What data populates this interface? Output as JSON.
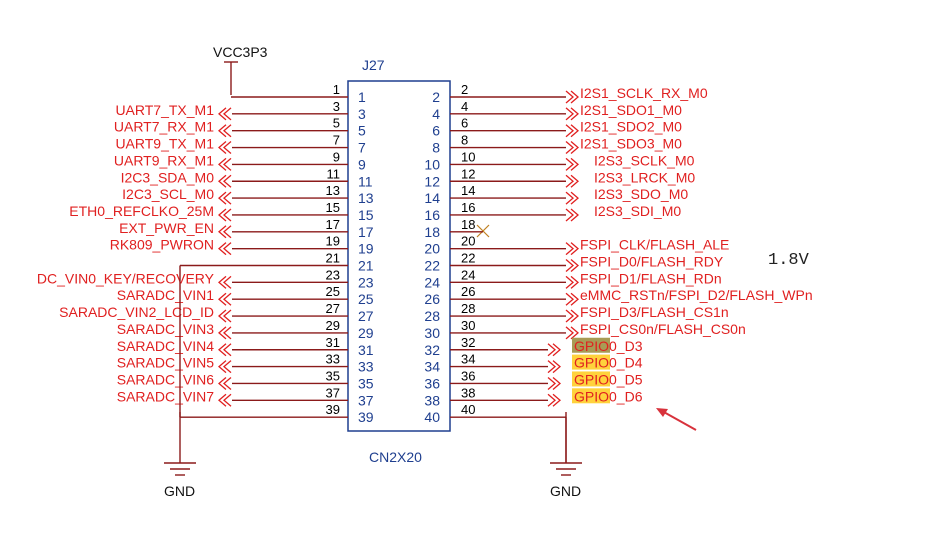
{
  "connector": {
    "ref": "J27",
    "part": "CN2X20"
  },
  "power": {
    "vcc_label": "VCC3P3",
    "gnd_left": "GND",
    "gnd_right": "GND"
  },
  "voltage_note": "1.8V",
  "left_pins": [
    {
      "pin": 1,
      "net": ""
    },
    {
      "pin": 3,
      "net": "UART7_TX_M1"
    },
    {
      "pin": 5,
      "net": "UART7_RX_M1"
    },
    {
      "pin": 7,
      "net": "UART9_TX_M1"
    },
    {
      "pin": 9,
      "net": "UART9_RX_M1"
    },
    {
      "pin": 11,
      "net": "I2C3_SDA_M0"
    },
    {
      "pin": 13,
      "net": "I2C3_SCL_M0"
    },
    {
      "pin": 15,
      "net": "ETH0_REFCLKO_25M"
    },
    {
      "pin": 17,
      "net": "EXT_PWR_EN"
    },
    {
      "pin": 19,
      "net": "RK809_PWRON"
    },
    {
      "pin": 21,
      "net": ""
    },
    {
      "pin": 23,
      "net": "DC_VIN0_KEY/RECOVERY"
    },
    {
      "pin": 25,
      "net": "SARADC_VIN1"
    },
    {
      "pin": 27,
      "net": "SARADC_VIN2_LCD_ID"
    },
    {
      "pin": 29,
      "net": "SARADC_VIN3"
    },
    {
      "pin": 31,
      "net": "SARADC_VIN4"
    },
    {
      "pin": 33,
      "net": "SARADC_VIN5"
    },
    {
      "pin": 35,
      "net": "SARADC_VIN6"
    },
    {
      "pin": 37,
      "net": "SARADC_VIN7"
    },
    {
      "pin": 39,
      "net": ""
    }
  ],
  "right_pins": [
    {
      "pin": 2,
      "net": "I2S1_SCLK_RX_M0"
    },
    {
      "pin": 4,
      "net": "I2S1_SDO1_M0"
    },
    {
      "pin": 6,
      "net": "I2S1_SDO2_M0"
    },
    {
      "pin": 8,
      "net": "I2S1_SDO3_M0"
    },
    {
      "pin": 10,
      "net": "I2S3_SCLK_M0"
    },
    {
      "pin": 12,
      "net": "I2S3_LRCK_M0"
    },
    {
      "pin": 14,
      "net": "I2S3_SDO_M0"
    },
    {
      "pin": 16,
      "net": "I2S3_SDI_M0"
    },
    {
      "pin": 18,
      "net": ""
    },
    {
      "pin": 20,
      "net": "FSPI_CLK/FLASH_ALE"
    },
    {
      "pin": 22,
      "net": "FSPI_D0/FLASH_RDY"
    },
    {
      "pin": 24,
      "net": "FSPI_D1/FLASH_RDn"
    },
    {
      "pin": 26,
      "net": "eMMC_RSTn/FSPI_D2/FLASH_WPn"
    },
    {
      "pin": 28,
      "net": "FSPI_D3/FLASH_CS1n"
    },
    {
      "pin": 30,
      "net": "FSPI_CS0n/FLASH_CS0n"
    },
    {
      "pin": 32,
      "net": "GPIO0_D3"
    },
    {
      "pin": 34,
      "net": "GPIO0_D4"
    },
    {
      "pin": 36,
      "net": "GPIO0_D5"
    },
    {
      "pin": 38,
      "net": "GPIO0_D6"
    },
    {
      "pin": 40,
      "net": ""
    }
  ],
  "highlight_colors": {
    "gpio_d3": "#a89b55",
    "gpio_other": "#ffd23c",
    "arrow": "#d8323c"
  }
}
